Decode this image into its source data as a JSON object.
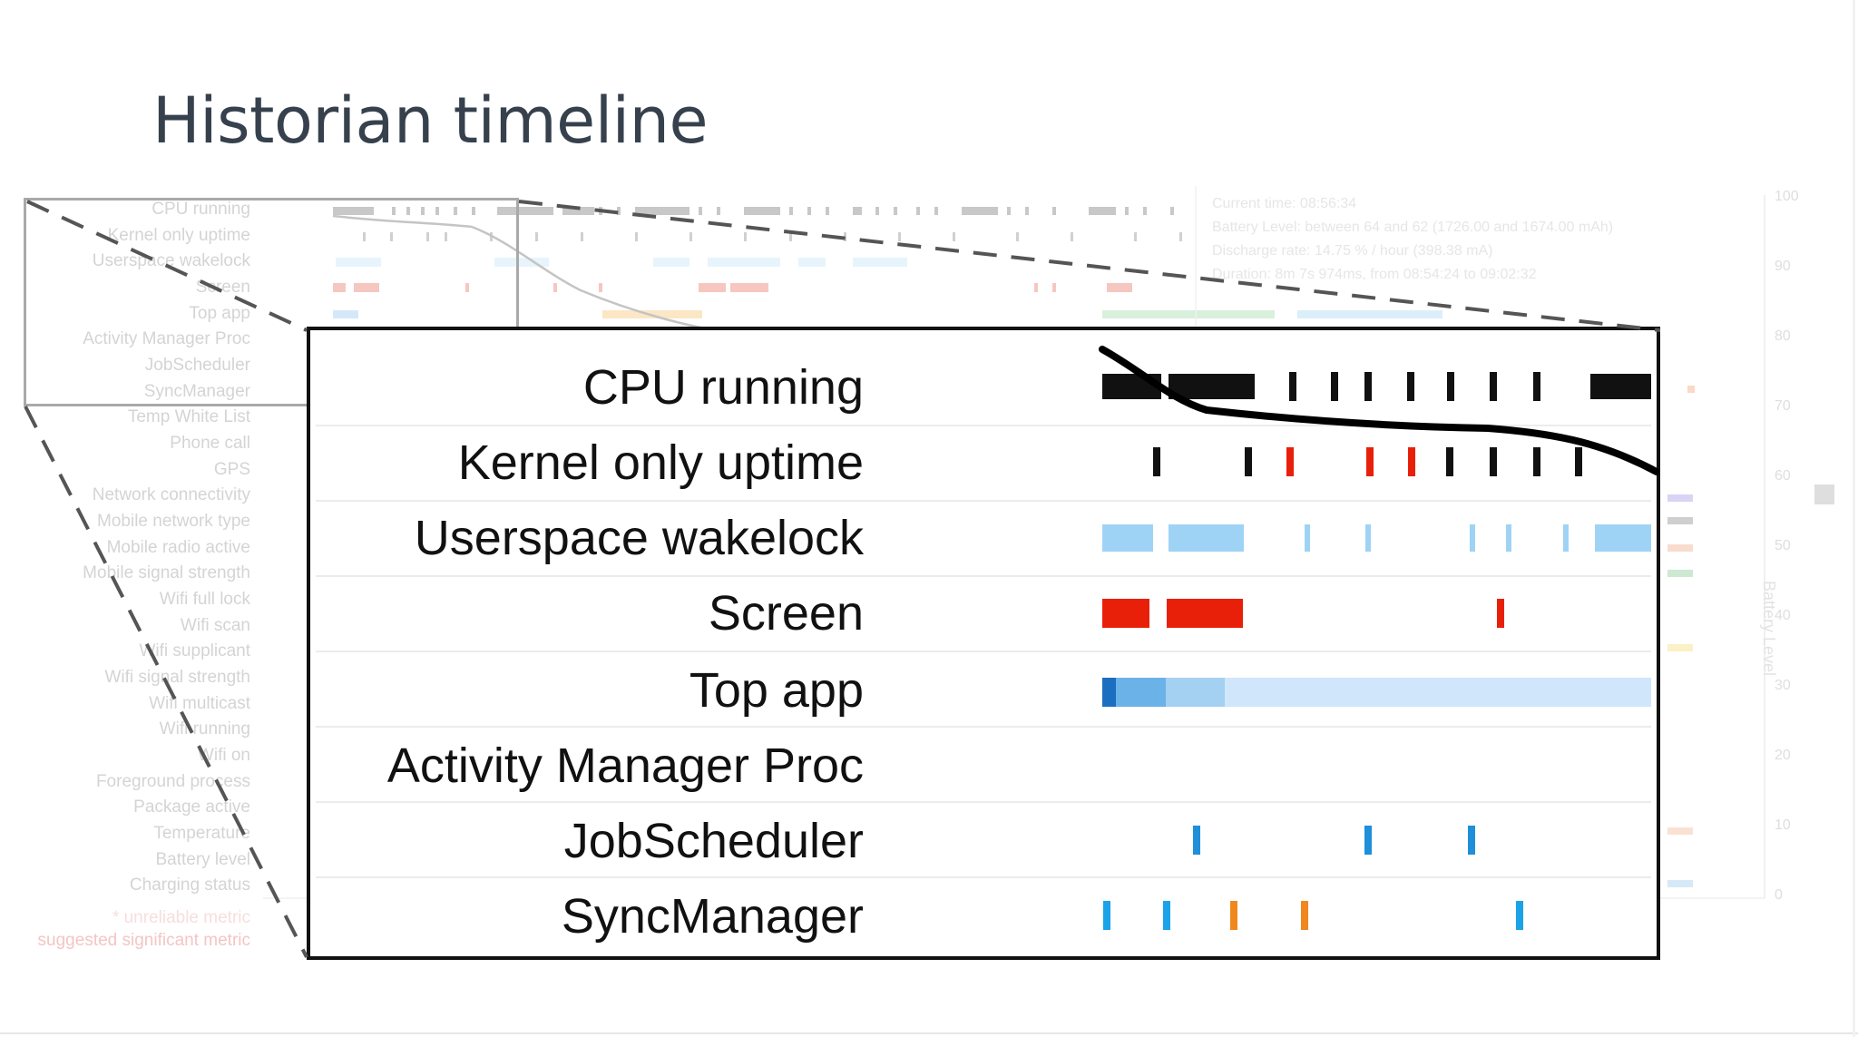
{
  "slide": {
    "title": "Historian timeline"
  },
  "background_timeline": {
    "rows": [
      "CPU running",
      "Kernel only uptime",
      "Userspace wakelock",
      "Screen",
      "Top app",
      "Activity Manager Proc",
      "JobScheduler",
      "SyncManager",
      "Temp White List",
      "Phone call",
      "GPS",
      "Network connectivity",
      "Mobile network type",
      "Mobile radio active",
      "Mobile signal strength",
      "Wifi full lock",
      "Wifi scan",
      "Wifi supplicant",
      "Wifi signal strength",
      "Wifi multicast",
      "Wifi running",
      "Wifi on",
      "Foreground process",
      "Package active",
      "Temperature",
      "Battery level",
      "Charging status"
    ],
    "footnote_1": "* unreliable metric",
    "footnote_2": "suggested significant metric",
    "info": {
      "current_time": "Current time: 08:56:34",
      "battery_level": "Battery Level: between 64 and 62 (1726.00 and 1674.00 mAh)",
      "discharge_rate": "Discharge rate: 14.75 % / hour (398.38 mA)",
      "duration": "Duration: 8m 7s 974ms, from 08:54:24 to 09:02:32"
    },
    "battery_axis": {
      "title": "Battery Level",
      "ticks": [
        "100",
        "90",
        "80",
        "70",
        "60",
        "50",
        "40",
        "30",
        "20",
        "10",
        "0"
      ]
    }
  },
  "zoom": {
    "rows": [
      {
        "label": "CPU running"
      },
      {
        "label": "Kernel only uptime"
      },
      {
        "label": "Userspace wakelock"
      },
      {
        "label": "Screen"
      },
      {
        "label": "Top app"
      },
      {
        "label": "Activity Manager Proc"
      },
      {
        "label": "JobScheduler"
      },
      {
        "label": "SyncManager"
      }
    ]
  },
  "colors": {
    "cpu": "#111111",
    "wakelock": "#9fd3f5",
    "screen": "#e8200a",
    "topapp_light": "#cfe6fb",
    "topapp_mid": "#6bb2e8",
    "topapp_dark": "#1c6fc0",
    "job": "#1e8fd8",
    "sync_blue": "#1aa3e8",
    "sync_orange": "#f0871f",
    "kernel_red": "#e8200a"
  }
}
